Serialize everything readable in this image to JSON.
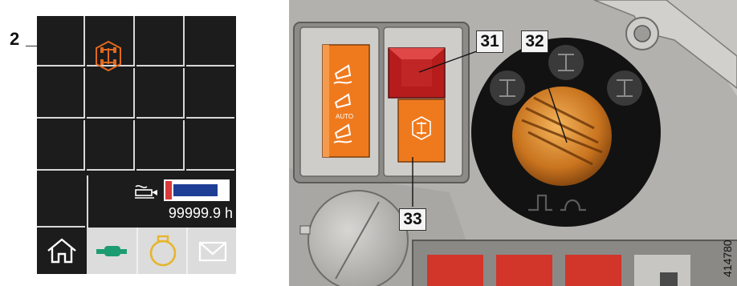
{
  "left_panel": {
    "callout": "2",
    "operating_hours": "99999.9 h",
    "operating_hours_fill": 0.86,
    "tile_icon": "differential-lock-icon",
    "footer": {
      "home_icon": "home-icon",
      "link_icon": "axle-link-icon",
      "engine_icon": "engine-icon",
      "mail_icon": "mail-icon"
    },
    "colors": {
      "accent": "#e0691f",
      "link": "#1c9c70",
      "engine": "#e6b52c",
      "bar": "#1e3e96"
    }
  },
  "right_panel": {
    "callouts": [
      "31",
      "32",
      "33"
    ],
    "switches": [
      "mode-switch-icons",
      "differential-lock-switch"
    ],
    "knob_positions": [
      "axle-config-left-icon",
      "axle-config-center-icon",
      "axle-config-right-icon"
    ],
    "doc_number": "414780"
  }
}
